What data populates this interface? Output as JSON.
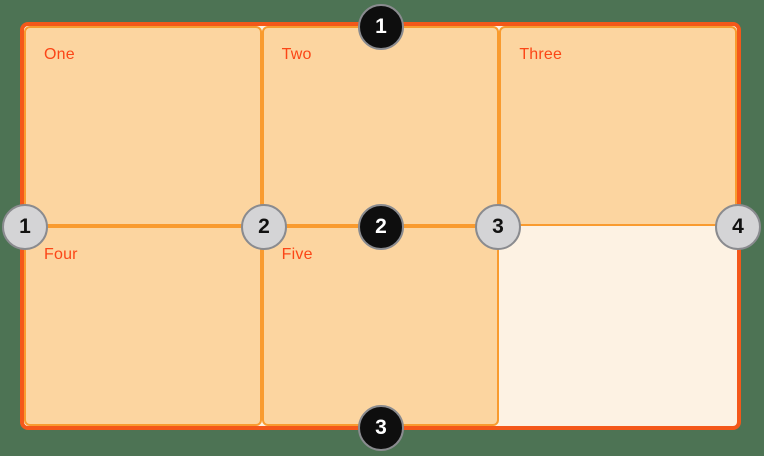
{
  "diagram": {
    "grid": {
      "cells": [
        {
          "label": "One"
        },
        {
          "label": "Two"
        },
        {
          "label": "Three"
        },
        {
          "label": "Four"
        },
        {
          "label": "Five"
        },
        {
          "label": ""
        }
      ]
    },
    "row_line_markers": [
      {
        "number": "1"
      },
      {
        "number": "2"
      },
      {
        "number": "3"
      }
    ],
    "column_line_markers": [
      {
        "number": "1"
      },
      {
        "number": "2"
      },
      {
        "number": "3"
      },
      {
        "number": "4"
      }
    ]
  },
  "colors": {
    "background": "#4d7354",
    "container_border": "#f4581a",
    "container_bg": "#fdf2e3",
    "cell_bg": "#fcd5a0",
    "cell_border": "#f99b2f",
    "label_text": "#fb4617",
    "row_marker_bg": "#0e0e0e",
    "row_marker_text": "#ffffff",
    "marker_ring": "#8a8b8f",
    "col_marker_bg": "#d4d4d6",
    "col_marker_text": "#111111"
  }
}
